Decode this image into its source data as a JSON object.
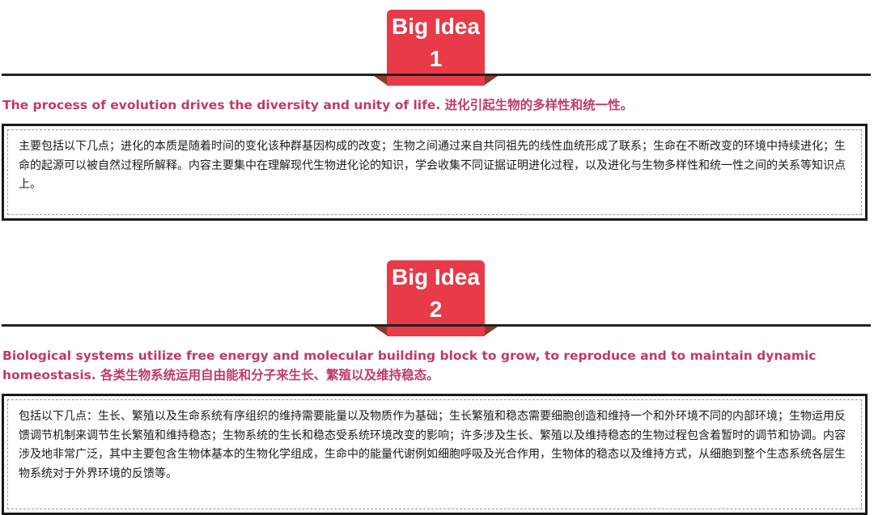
{
  "ideas": [
    {
      "badge_title": "Big Idea",
      "badge_number": "1",
      "heading": "The process of evolution drives the diversity and unity of life. 进化引起生物的多样性和统一性。",
      "body": "主要包括以下几点；进化的本质是随着时间的变化该种群基因构成的改变；生物之间通过来自共同祖先的线性血统形成了联系；生命在不断改变的环境中持续进化；生命的起源可以被自然过程所解释。内容主要集中在理解现代生物进化论的知识，学会收集不同证据证明进化过程，以及进化与生物多样性和统一性之间的关系等知识点上。"
    },
    {
      "badge_title": "Big Idea",
      "badge_number": "2",
      "heading": "Biological systems utilize free energy and molecular building block to grow, to reproduce and to maintain dynamic homeostasis. 各类生物系统运用自由能和分子来生长、繁殖以及维持稳态。",
      "body": "包括以下几点：生长、繁殖以及生命系统有序组织的维持需要能量以及物质作为基础；生长繁殖和稳态需要细胞创造和维持一个和外环境不同的内部环境；生物运用反馈调节机制来调节生长繁殖和维持稳态；生物系统的生长和稳态受系统环境改变的影响；许多涉及生长、繁殖以及维持稳态的生物过程包含着暂时的调节和协调。内容涉及地非常广泛，其中主要包含生物体基本的生物化学组成，生命中的能量代谢例如细胞呼吸及光合作用，生物体的稳态以及维持方式，从细胞到整个生态系统各层生物系统对于外界环境的反馈等。"
    }
  ]
}
